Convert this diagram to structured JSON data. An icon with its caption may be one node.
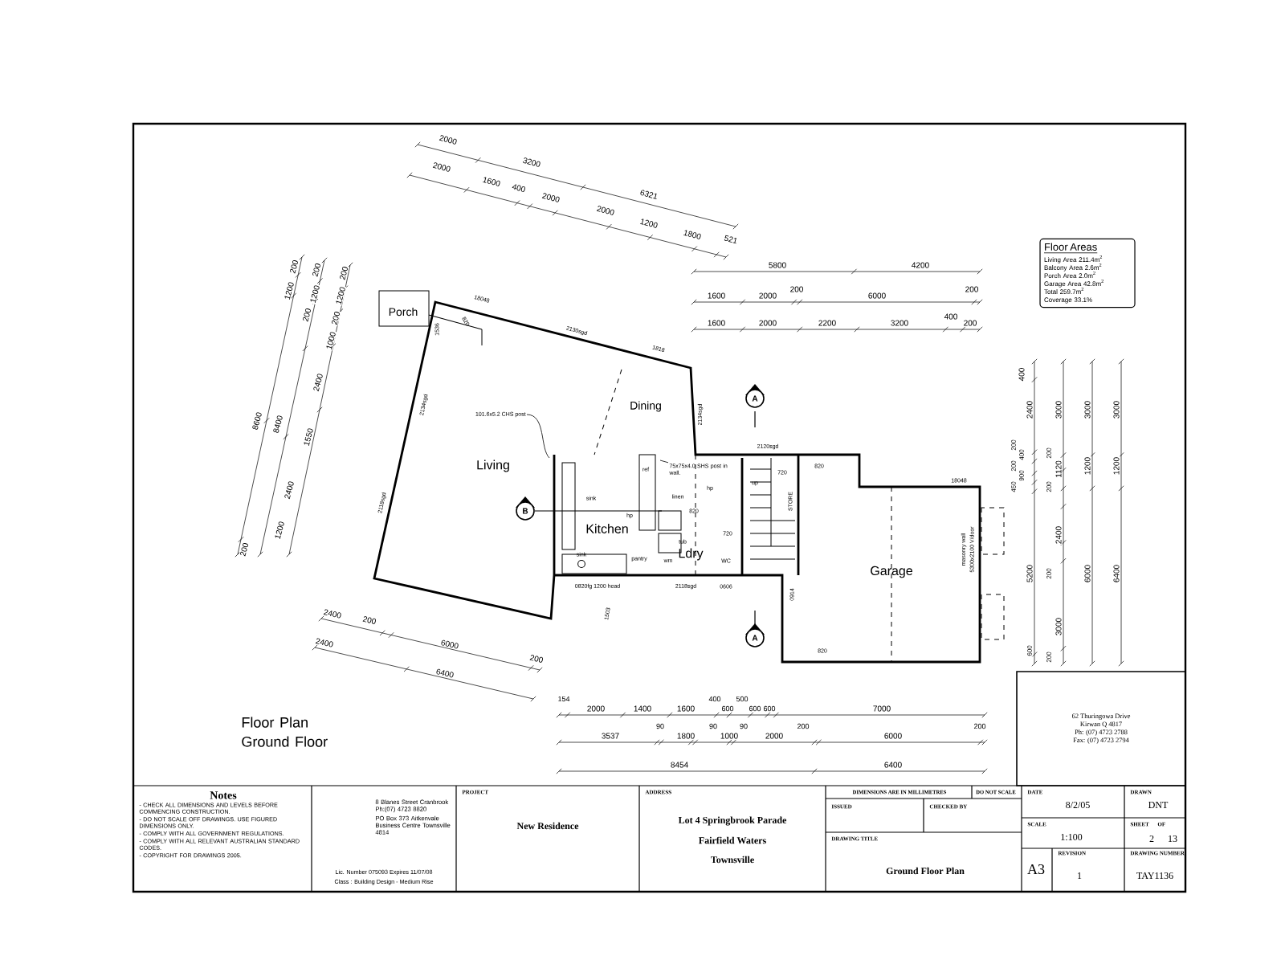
{
  "diagram": {
    "title": "Floor Plan Ground Floor",
    "nodes": [
      {
        "text": [
          "Floor Areas",
          "Living Area 211.4m$^{2}$",
          "Balcony Area 2.6m$^{2}$",
          "Porch Area 2.0m$^{2}$",
          "Garage Area 42.8m$^{2}$",
          "Total 259.7m$^{2}$",
          "Coverage 33.1%"
        ]
      },
      {
        "text": [
          "62 Thuringowa Drive",
          "Kirwan Q 4817",
          "Ph: (07) 4723 2788",
          "Fax: (07) 4723 2794"
        ]
      },
      {
        "text": [
          "101.6x5.2 CHS post"
        ]
      },
      {
        "text": [
          "75x75x4.0 SHS post in wall."
        ]
      }
    ],
    "edges": [
      {
        "from": 2,
        "to": null,
        "arrow": "none"
      },
      {
        "from": 3,
        "to": null,
        "arrow": "none"
      }
    ],
    "labels": [
      "2000",
      "3200",
      "6321",
      "2000",
      "1600",
      "400",
      "2000",
      "2000",
      "1200",
      "1800",
      "521",
      "5800",
      "4200",
      "1600",
      "2000",
      "200",
      "6000",
      "200",
      "1600",
      "2000",
      "2200",
      "3200",
      "400",
      "200",
      "200",
      "1200",
      "200",
      "1200",
      "200",
      "200",
      "1200",
      "200",
      "1000",
      "2400",
      "8600",
      "8400",
      "1550",
      "2400",
      "1200",
      "200",
      "Porch",
      "1536",
      "820",
      "18048",
      "2130sgd",
      "1818",
      "2134sgd",
      "Dining",
      "2134sgd",
      "A",
      "Living",
      "2118sgd",
      "ref",
      "sink",
      "linen",
      "hp",
      "B",
      "hp",
      "820",
      "Kitchen",
      "720",
      "tub",
      "Ldry",
      "sink",
      "pantry",
      "wm",
      "WC",
      "0820fg 1200 head",
      "2118sgd",
      "0606",
      "1503",
      "2120sgd",
      "720",
      "820",
      "up",
      "STORE",
      "18048",
      "Garage",
      "masonry wall",
      "5300x2100 V/door",
      "0914",
      "820",
      "A",
      "2400",
      "200",
      "6000",
      "200",
      "2400",
      "6400",
      "400",
      "2400",
      "200",
      "400",
      "200",
      "900",
      "450",
      "5200",
      "600",
      "3000",
      "200",
      "1120",
      "200",
      "2400",
      "200",
      "3000",
      "200",
      "3000",
      "1200",
      "6000",
      "3000",
      "1200",
      "6400",
      "154",
      "2000",
      "1400",
      "1600",
      "400",
      "500",
      "600",
      "600",
      "600",
      "7000",
      "3537",
      "90",
      "1800",
      "90",
      "1000",
      "90",
      "2000",
      "200",
      "6000",
      "200",
      "8454",
      "6400",
      "Notes",
      "- CHECK ALL DIMENSIONS AND LEVELS BEFORE COMMENCING CONSTRUCTION.",
      "- DO NOT SCALE OFF DRAWINGS. USE FIGURED DIMENSIONS ONLY.",
      "- COMPLY WITH ALL GOVERNMENT REGULATIONS.",
      "- COMPLY WITH ALL RELEVANT AUSTRALIAN STANDARD CODES.",
      "- COPYRIGHT FOR DRAWINGS 2005.",
      "8 Blanes Street Cranbrook Ph:(07) 4723 8820",
      "PO Box 373 Aitkenvale Business Centre Townsville 4814",
      "Lic. Number 075093 Expires 11/07/08",
      "Class : Building Design - Medium Rise",
      "PROJECT",
      "New Residence",
      "ADDRESS",
      "Lot 4 Springbrook Parade",
      "Fairfield Waters",
      "Townsville",
      "DIMENSIONS ARE IN MILLIMETRES",
      "DO NOT SCALE",
      "ISSUED",
      "CHECKED BY",
      "DRAWING TITLE",
      "Ground Floor Plan",
      "DATE",
      "8/2/05",
      "DRAWN",
      "DNT",
      "SCALE",
      "1:100",
      "SHEET",
      "OF",
      "2",
      "13",
      "A3",
      "REVISION",
      "1",
      "DRAWING NUMBER",
      "TAY1136"
    ]
  }
}
